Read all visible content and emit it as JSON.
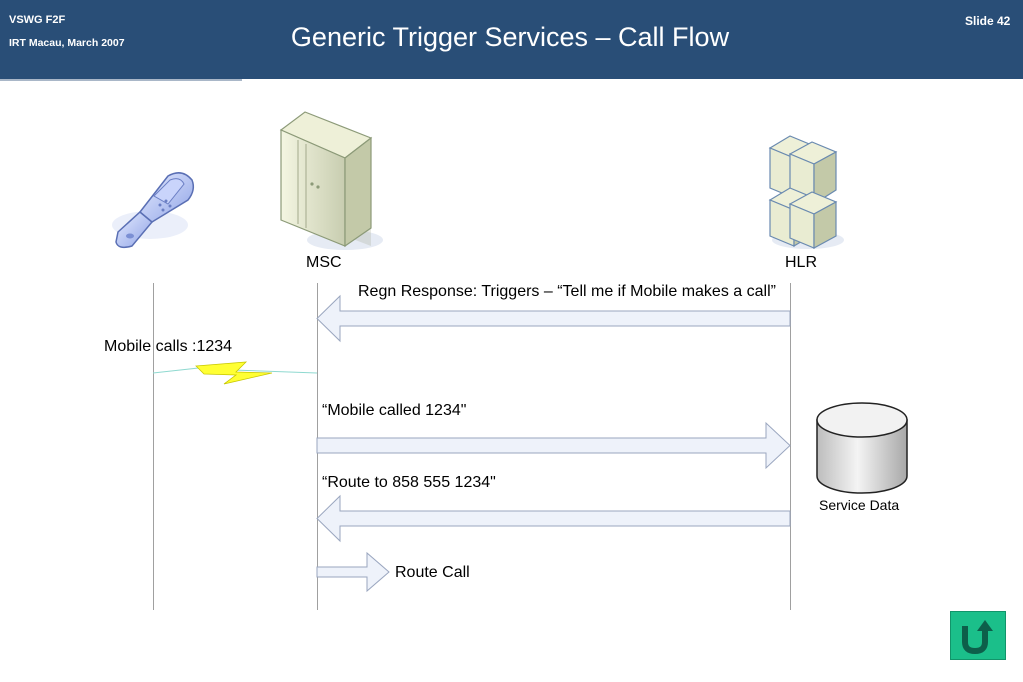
{
  "header": {
    "event": "VSWG F2F",
    "location_date": "IRT Macau, March 2007",
    "title": "Generic Trigger Services – Call Flow",
    "slide_number": "Slide 42"
  },
  "nodes": {
    "mobile": {
      "icon": "mobile-phone-icon"
    },
    "msc": {
      "label": "MSC",
      "icon": "server-tower-icon"
    },
    "hlr": {
      "label": "HLR",
      "icon": "server-stack-icon"
    },
    "service_data": {
      "label": "Service Data",
      "icon": "database-cylinder-icon"
    }
  },
  "messages": {
    "regn_response": "Regn Response: Triggers – “Tell me if Mobile makes a call”",
    "mobile_calls": "Mobile calls :1234",
    "mobile_called": "“Mobile called 1234\"",
    "route_to": "“Route to 858 555 1234\"",
    "route_call": "Route Call"
  },
  "colors": {
    "header_bg": "#294e77",
    "arrow_fill": "#eef2fa",
    "arrow_stroke": "#9aa6bf",
    "lightning": "#ffff33",
    "back_button": "#1bbf8a"
  },
  "back_button": {
    "icon": "u-turn-arrow-icon"
  }
}
